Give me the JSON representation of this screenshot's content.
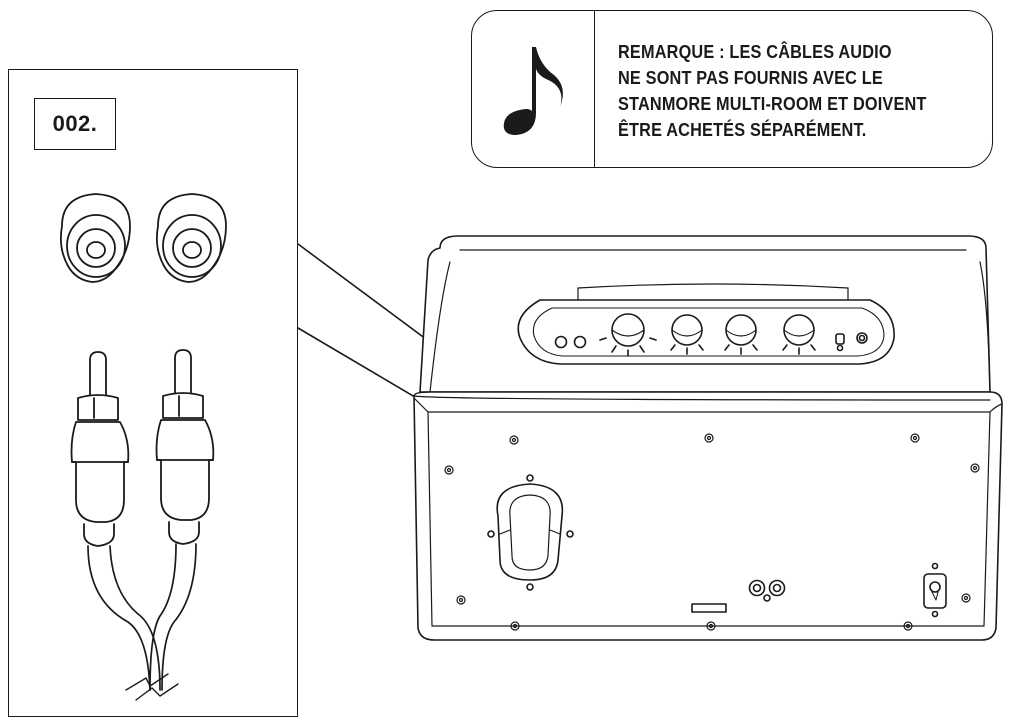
{
  "step": {
    "label": "002."
  },
  "note": {
    "icon": "music-note-icon",
    "lines": [
      "REMARQUE : LES CÂBLES AUDIO",
      "NE SONT PAS FOURNIS AVEC LE",
      "STANMORE MULTI-ROOM ET DOIVENT",
      "ÊTRE ACHETÉS SÉPARÉMENT."
    ]
  },
  "colors": {
    "ink": "#1a1a1a",
    "background": "#ffffff"
  }
}
